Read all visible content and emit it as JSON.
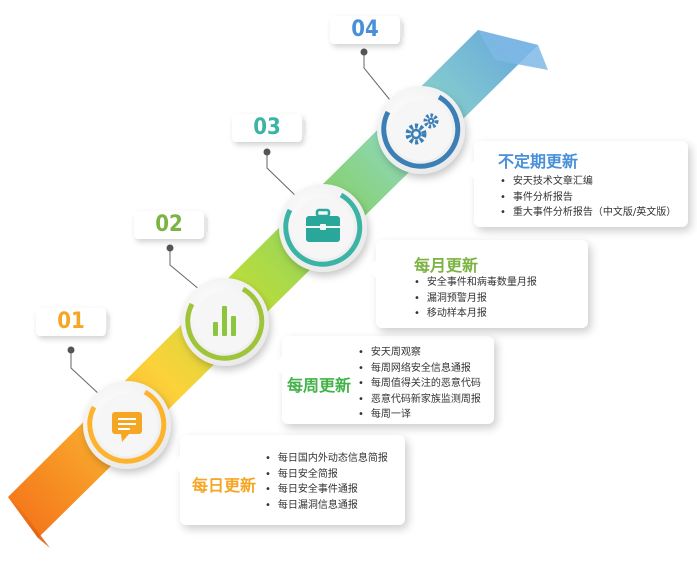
{
  "colors": {
    "stage1": "#fdb32c",
    "stage2": "#9fc43a",
    "stage3": "#3bb3a5",
    "stage4": "#3b7fb6",
    "title1": "#f5a623",
    "title2": "#44b24a",
    "title3": "#7cb342",
    "title4": "#4a90d9"
  },
  "stages": [
    {
      "number": "01",
      "icon": "chat-icon",
      "title": "每日更新",
      "items": [
        "每日国内外动态信息简报",
        "每日安全简报",
        "每日安全事件通报",
        "每日漏洞信息通报"
      ]
    },
    {
      "number": "02",
      "icon": "bar-chart-icon",
      "title": "每周更新",
      "items": [
        "安天周观察",
        "每周网络安全信息通报",
        "每周值得关注的恶意代码",
        "恶意代码新家族监测周报",
        "每周一译"
      ]
    },
    {
      "number": "03",
      "icon": "briefcase-icon",
      "title": "每月更新",
      "items": [
        "安全事件和病毒数量月报",
        "漏洞预警月报",
        "移动样本月报"
      ]
    },
    {
      "number": "04",
      "icon": "gears-icon",
      "title": "不定期更新",
      "items": [
        "安天技术文章汇编",
        "事件分析报告",
        "重大事件分析报告（中文版/英文版）"
      ]
    }
  ]
}
